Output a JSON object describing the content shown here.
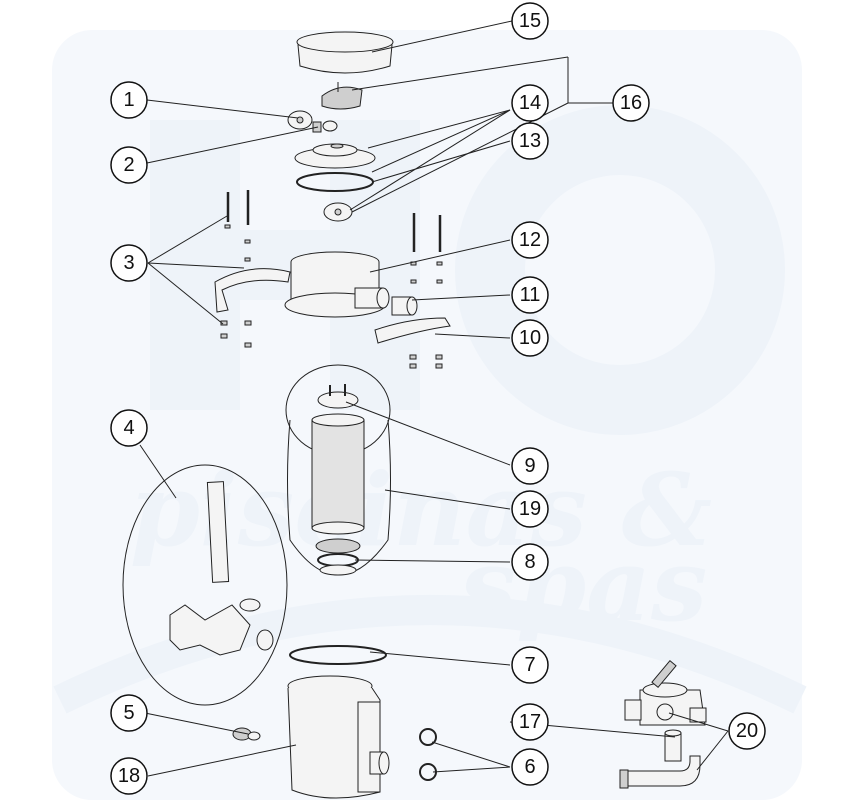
{
  "watermark": {
    "line1": "piscinas &",
    "line2": "spas"
  },
  "callouts": [
    {
      "id": "c1",
      "label": "1"
    },
    {
      "id": "c2",
      "label": "2"
    },
    {
      "id": "c3",
      "label": "3"
    },
    {
      "id": "c4",
      "label": "4"
    },
    {
      "id": "c5",
      "label": "5"
    },
    {
      "id": "c6",
      "label": "6"
    },
    {
      "id": "c7",
      "label": "7"
    },
    {
      "id": "c8",
      "label": "8"
    },
    {
      "id": "c9",
      "label": "9"
    },
    {
      "id": "c10",
      "label": "10"
    },
    {
      "id": "c11",
      "label": "11"
    },
    {
      "id": "c12",
      "label": "12"
    },
    {
      "id": "c13",
      "label": "13"
    },
    {
      "id": "c14",
      "label": "14"
    },
    {
      "id": "c15",
      "label": "15"
    },
    {
      "id": "c16",
      "label": "16"
    },
    {
      "id": "c17",
      "label": "17"
    },
    {
      "id": "c18",
      "label": "18"
    },
    {
      "id": "c19",
      "label": "19"
    },
    {
      "id": "c20",
      "label": "20"
    }
  ],
  "colors": {
    "line": "#222222",
    "part_fill": "#f4f4f4",
    "watermark": "#eef3f9"
  }
}
